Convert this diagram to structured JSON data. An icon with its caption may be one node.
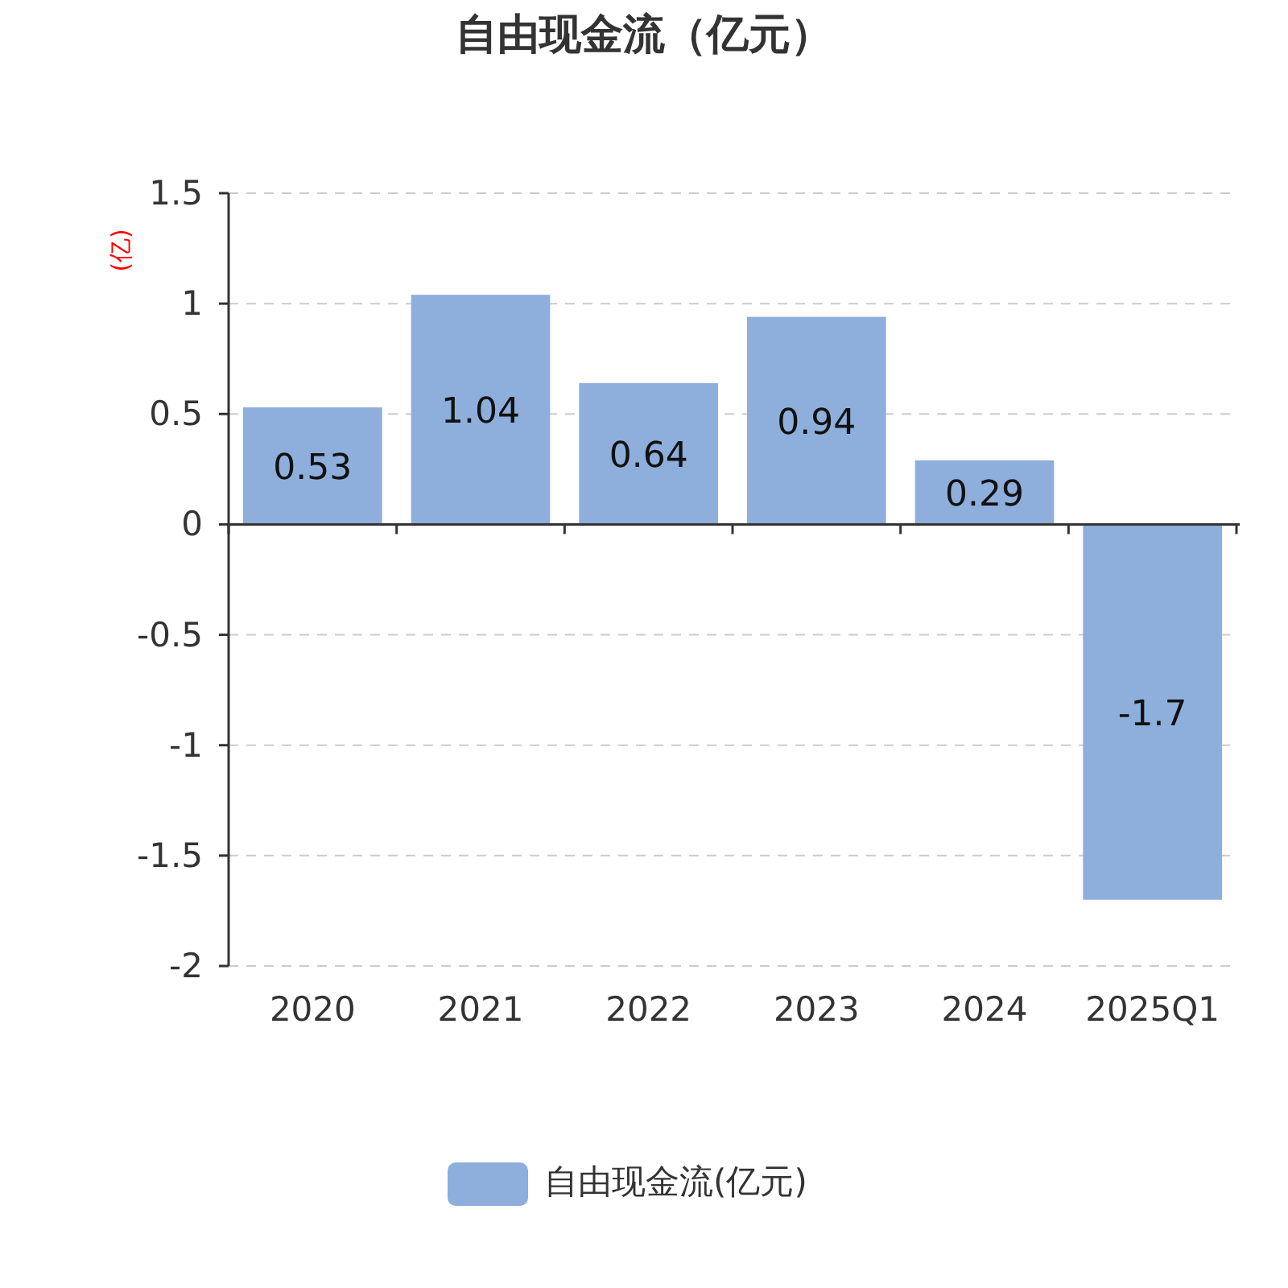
{
  "diagram": {
    "title": "自由现金流（亿元）",
    "chart_data": {
      "type": "bar",
      "ylabel": "(亿)",
      "categories": [
        "2020",
        "2021",
        "2022",
        "2023",
        "2024",
        "2025Q1"
      ],
      "series": [
        {
          "color": "#8eaedb",
          "values": [
            0.53,
            1.04,
            0.64,
            0.94,
            0.29,
            -1.7
          ]
        }
      ],
      "ylim": [
        -2,
        1.5
      ],
      "yticks": [
        -2,
        -1.5,
        -1,
        -0.5,
        0,
        0.5,
        1,
        1.5
      ],
      "data_labels": true,
      "grid": true
    },
    "legend": [
      {
        "text": "自由现金流(亿元)",
        "color": "#8eaedb"
      }
    ]
  }
}
